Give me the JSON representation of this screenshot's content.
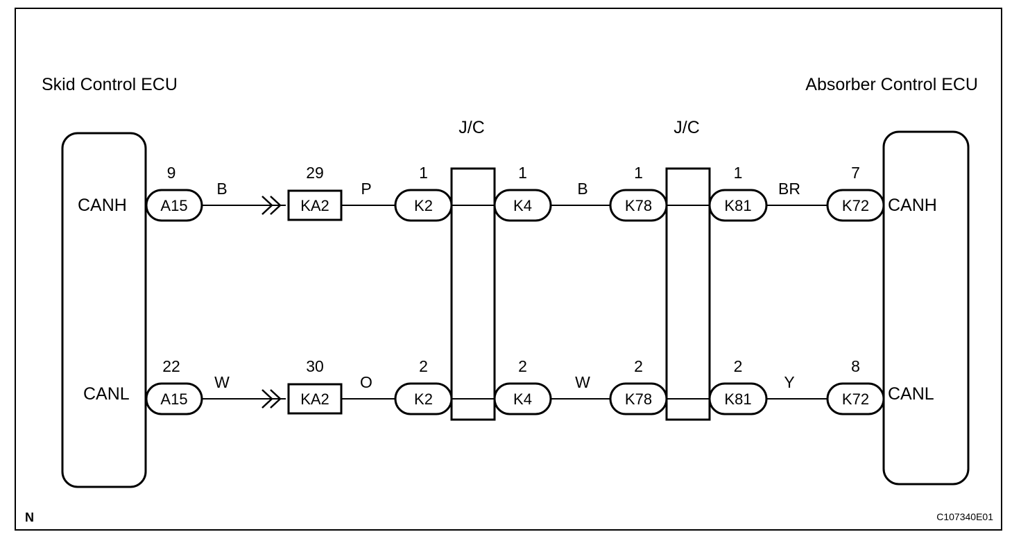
{
  "ecus": {
    "left": {
      "title": "Skid Control ECU",
      "high_pin_label": "CANH",
      "low_pin_label": "CANL"
    },
    "right": {
      "title": "Absorber Control ECU",
      "high_pin_label": "CANH",
      "low_pin_label": "CANL"
    }
  },
  "junction_blocks": [
    {
      "label": "J/C"
    },
    {
      "label": "J/C"
    }
  ],
  "high_line": {
    "connectors": [
      {
        "id": "A15",
        "pin": "9",
        "shape": "oval"
      },
      {
        "id": "KA2",
        "pin": "29",
        "shape": "rect"
      },
      {
        "id": "K2",
        "pin": "1",
        "shape": "oval"
      },
      {
        "id": "K4",
        "pin": "1",
        "shape": "oval"
      },
      {
        "id": "K78",
        "pin": "1",
        "shape": "oval"
      },
      {
        "id": "K81",
        "pin": "1",
        "shape": "oval"
      },
      {
        "id": "K72",
        "pin": "7",
        "shape": "oval"
      }
    ],
    "wire_colors": [
      "B",
      "P",
      "B",
      "BR"
    ]
  },
  "low_line": {
    "connectors": [
      {
        "id": "A15",
        "pin": "22",
        "shape": "oval"
      },
      {
        "id": "KA2",
        "pin": "30",
        "shape": "rect"
      },
      {
        "id": "K2",
        "pin": "2",
        "shape": "oval"
      },
      {
        "id": "K4",
        "pin": "2",
        "shape": "oval"
      },
      {
        "id": "K78",
        "pin": "2",
        "shape": "oval"
      },
      {
        "id": "K81",
        "pin": "2",
        "shape": "oval"
      },
      {
        "id": "K72",
        "pin": "8",
        "shape": "oval"
      }
    ],
    "wire_colors": [
      "W",
      "O",
      "W",
      "Y"
    ]
  },
  "footer": {
    "corner_letter": "N",
    "figure_code": "C107340E01"
  }
}
